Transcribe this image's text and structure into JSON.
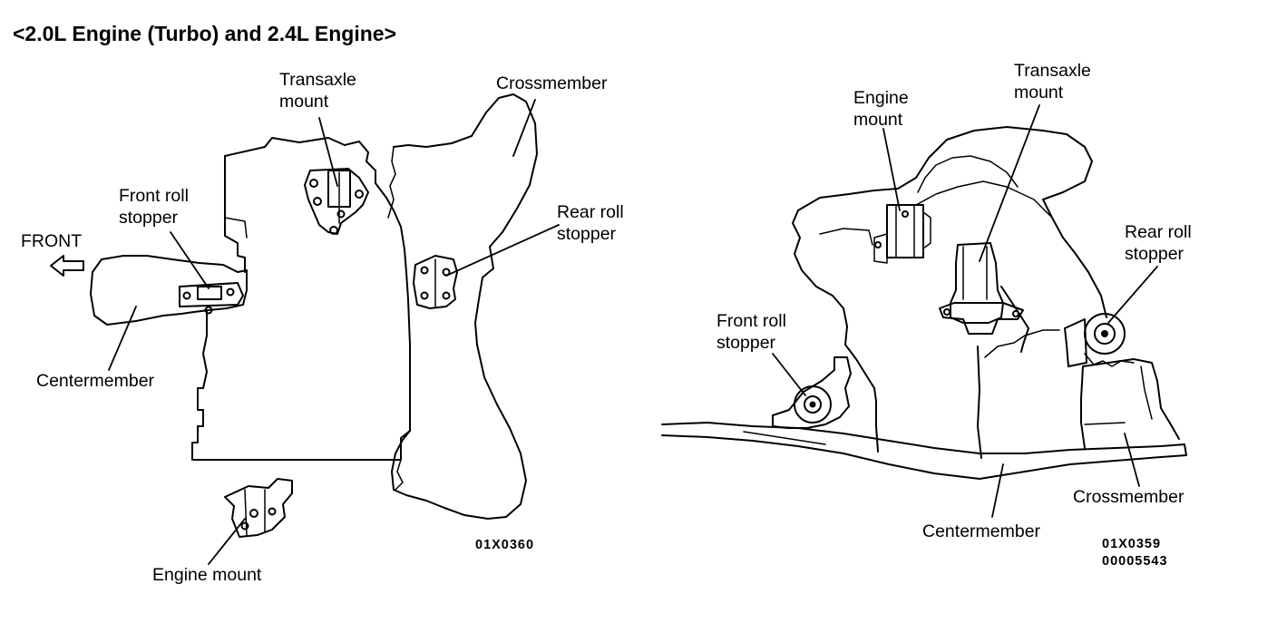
{
  "title": "<2.0L Engine (Turbo) and 2.4L Engine>",
  "left_view": {
    "labels": {
      "transaxle_mount_1": "Transaxle",
      "transaxle_mount_2": "mount",
      "crossmember": "Crossmember",
      "front_roll_stopper_1": "Front roll",
      "front_roll_stopper_2": "stopper",
      "rear_roll_stopper_1": "Rear roll",
      "rear_roll_stopper_2": "stopper",
      "front": "FRONT",
      "centermember": "Centermember",
      "engine_mount": "Engine mount"
    },
    "code": "01X0360"
  },
  "right_view": {
    "labels": {
      "engine_mount_1": "Engine",
      "engine_mount_2": "mount",
      "transaxle_mount_1": "Transaxle",
      "transaxle_mount_2": "mount",
      "rear_roll_stopper_1": "Rear roll",
      "rear_roll_stopper_2": "stopper",
      "front_roll_stopper_1": "Front roll",
      "front_roll_stopper_2": "stopper",
      "crossmember": "Crossmember",
      "centermember": "Centermember"
    },
    "code_1": "01X0359",
    "code_2": "00005543"
  }
}
